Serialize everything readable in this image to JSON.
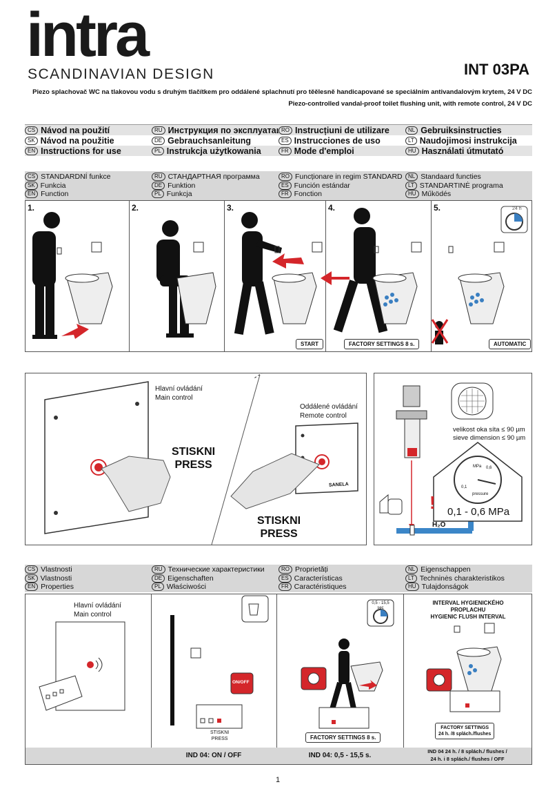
{
  "header": {
    "brand": "intra",
    "brand_sub": "SCANDINAVIAN DESIGN",
    "model": "INT 03PA",
    "desc_cs": "Piezo splachovač WC na tlakovou vodu s druhým tlačítkem pro oddálené splachnutí pro těělesně handicapované se speciálním antivandalovým krytem, 24 V DC",
    "desc_en": "Piezo-controlled vandal-proof toilet flushing unit, with remote control, 24 V DC"
  },
  "instructions": [
    [
      {
        "code": "CS",
        "text": "Návod na použití"
      },
      {
        "code": "RU",
        "text": "Инструкция по эксплуатации"
      },
      {
        "code": "RO",
        "text": "Instrucțiuni de utilizare"
      },
      {
        "code": "NL",
        "text": "Gebruiksinstructies"
      }
    ],
    [
      {
        "code": "SK",
        "text": "Návod na použitie"
      },
      {
        "code": "DE",
        "text": "Gebrauchsanleitung"
      },
      {
        "code": "ES",
        "text": "Instrucciones de uso"
      },
      {
        "code": "LT",
        "text": "Naudojimosi instrukcija"
      }
    ],
    [
      {
        "code": "EN",
        "text": "Instructions for use"
      },
      {
        "code": "PL",
        "text": "Instrukcja użytkowania"
      },
      {
        "code": "FR",
        "text": "Mode d'emploi"
      },
      {
        "code": "HU",
        "text": "Használati útmutató"
      }
    ]
  ],
  "function_heading": [
    [
      {
        "code": "CS",
        "text": "STANDARDNÍ funkce"
      },
      {
        "code": "RU",
        "text": "СТАНДАРТНАЯ программа"
      },
      {
        "code": "RO",
        "text": "Funcționare in regim STANDARD"
      },
      {
        "code": "NL",
        "text": "Standaard functies"
      }
    ],
    [
      {
        "code": "SK",
        "text": "Funkcia"
      },
      {
        "code": "DE",
        "text": "Funktion"
      },
      {
        "code": "ES",
        "text": "Función estándar"
      },
      {
        "code": "LT",
        "text": "STANDARTINĖ programa"
      }
    ],
    [
      {
        "code": "EN",
        "text": "Function"
      },
      {
        "code": "PL",
        "text": "Funkcja"
      },
      {
        "code": "FR",
        "text": "Fonction"
      },
      {
        "code": "HU",
        "text": "Működés"
      }
    ]
  ],
  "steps": {
    "n1": "1.",
    "n2": "2.",
    "n3": "3.",
    "n4": "4.",
    "n5": "5.",
    "tag_start": "START",
    "tag_factory": "FACTORY SETTINGS 8 s.",
    "tag_auto": "AUTOMATIC",
    "timer_label": "24 h"
  },
  "press_panel": {
    "main_cs": "Hlavní ovládání",
    "main_en": "Main control",
    "remote_cs": "Oddálené ovládání",
    "remote_en": "Remote control",
    "press1_cs": "STISKNI",
    "press1_en": "PRESS",
    "press2_cs": "STISKNI",
    "press2_en": "PRESS",
    "brand_plate": "SANELA"
  },
  "water_panel": {
    "sieve_cs": "velikost oka síta ≤ 90 µm",
    "sieve_en": "sieve dimension ≤ 90 µm",
    "pressure": "0,1 - 0,6 MPa",
    "gauge_unit": "MPa",
    "gauge_label": "pressure",
    "gauge_low": "0,1",
    "gauge_high": "0,6",
    "h2o": "H₂O",
    "warn": "!"
  },
  "properties_heading": [
    [
      {
        "code": "CS",
        "text": "Vlastnosti"
      },
      {
        "code": "RU",
        "text": "Технические характеристики"
      },
      {
        "code": "RO",
        "text": "Proprietăți"
      },
      {
        "code": "NL",
        "text": "Eigenschappen"
      }
    ],
    [
      {
        "code": "SK",
        "text": "Vlastnosti"
      },
      {
        "code": "DE",
        "text": "Eigenschaften"
      },
      {
        "code": "ES",
        "text": "Características"
      },
      {
        "code": "LT",
        "text": "Techninės charakteristikos"
      }
    ],
    [
      {
        "code": "EN",
        "text": "Properties"
      },
      {
        "code": "PL",
        "text": "Właściwości"
      },
      {
        "code": "FR",
        "text": "Caractéristiques"
      },
      {
        "code": "HU",
        "text": "Tulajdonságok"
      }
    ]
  ],
  "properties": {
    "main_cs": "Hlavní ovládání",
    "main_en": "Main control",
    "onoff_btn": "ON/OFF",
    "press_cs": "STISKNI",
    "press_en": "PRESS",
    "range_label": "0,5 - 15,5",
    "range_unit": "sec",
    "factory_tag": "FACTORY SETTINGS 8 s.",
    "hyg_cs1": "INTERVAL HYGIENICKÉHO",
    "hyg_cs2": "PROPLACHU",
    "hyg_en": "HYGIENIC FLUSH INTERVAL",
    "hyg_tag1": "FACTORY SETTINGS",
    "hyg_tag2": "24 h. /8 splách./flushes",
    "foot2": "IND 04: ON / OFF",
    "foot3": "IND 04: 0,5 - 15,5 s.",
    "foot4a": "IND 04 24 h. / 8 splách./ flushes /",
    "foot4b": "24 h. i 8 splách./ flushes / OFF"
  },
  "page_number": "1",
  "colors": {
    "accent_red": "#d4262a",
    "drop_blue": "#3a7fc1",
    "pipe_blue": "#3b86c8",
    "grey_band": "#d7d7d7"
  }
}
